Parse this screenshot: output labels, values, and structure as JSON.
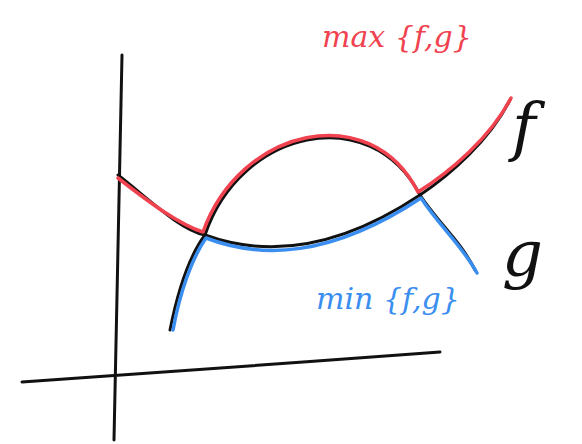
{
  "diagram": {
    "labels": [
      "max {f,g}",
      "f",
      "g",
      "min {f,g}"
    ]
  }
}
